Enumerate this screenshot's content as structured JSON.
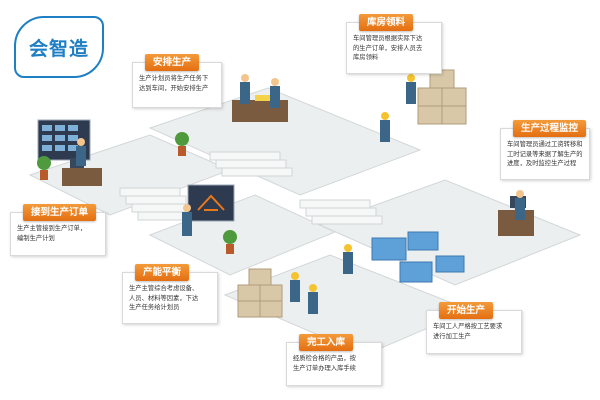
{
  "logo": {
    "text": "会智造"
  },
  "steps": {
    "schedule": {
      "title": "安排生产",
      "body": "生产计划员将生产任务下\n达到车间，开始安排生产"
    },
    "warehouse": {
      "title": "库房领料",
      "body": "车间管理员根据实际下达\n的生产订单，安排人员去\n库房领料"
    },
    "monitor": {
      "title": "生产过程监控",
      "body": "车间管理员通过工资转移和\n工时记录等来据了解生产的\n进度，及时监控生产过程"
    },
    "order": {
      "title": "接到生产订单",
      "body": "生产主管接到生产订单，\n编制生产计划"
    },
    "balance": {
      "title": "产能平衡",
      "body": "生产主管综合考虑设备、\n人员、材料等因素，下达\n生产任务给计划员"
    },
    "start": {
      "title": "开始生产",
      "body": "车间工人严格按工艺要求\n进行加工生产"
    },
    "finish": {
      "title": "完工入库",
      "body": "经质检合格的产品，按\n生产订单办理入库手续"
    }
  },
  "colors": {
    "accent": "#e9781a",
    "logo": "#1f7fc4",
    "floor": "#ecefef",
    "floor_edge": "#d2d7d8",
    "worker": "#3c6688",
    "machine": "#5ea0d8",
    "box": "#d8c8a8"
  }
}
